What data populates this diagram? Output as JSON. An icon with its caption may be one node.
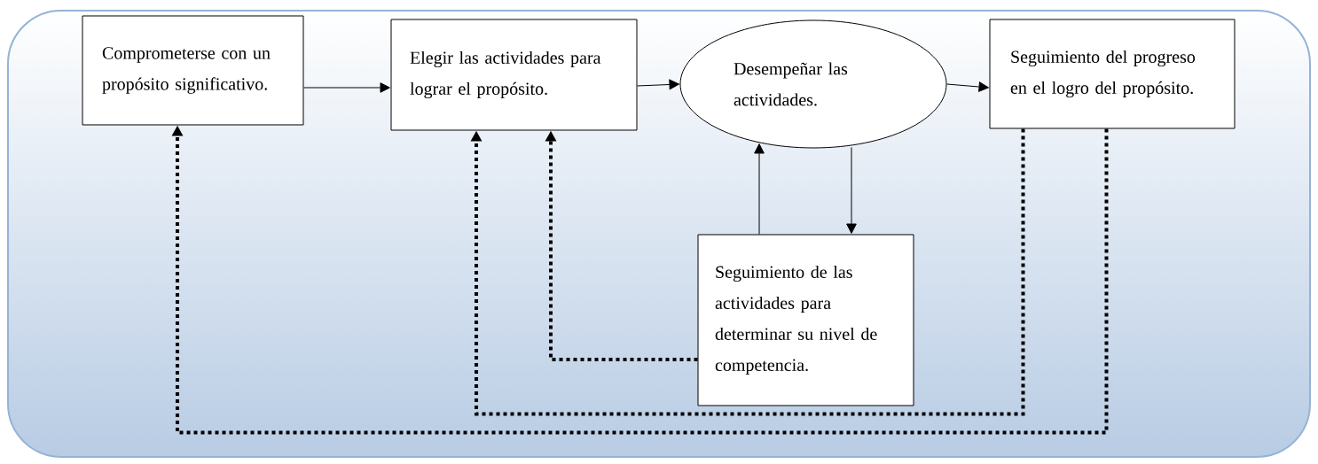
{
  "diagram": {
    "nodes": [
      {
        "text": [
          "Comprometerse con un propósito significativo."
        ]
      },
      {
        "text": [
          "Elegir las actividades para lograr el propósito."
        ]
      },
      {
        "text": [
          "Desempeñar las actividades."
        ]
      },
      {
        "text": [
          "Seguimiento del progreso en el logro del propósito."
        ]
      },
      {
        "text": [
          "Seguimiento de las actividades para determinar su nivel de competencia."
        ]
      }
    ],
    "edges": [
      {
        "from": 0,
        "to": 1,
        "arrow": "to"
      },
      {
        "from": 1,
        "to": 2,
        "arrow": "to"
      },
      {
        "from": 2,
        "to": 3,
        "arrow": "to"
      },
      {
        "from": 4,
        "to": 2,
        "arrow": "to"
      },
      {
        "from": 2,
        "to": 4,
        "arrow": "to"
      },
      {
        "from": 4,
        "to": 1,
        "arrow": "to",
        "style": "dashed"
      },
      {
        "from": 3,
        "to": 1,
        "arrow": "to",
        "style": "dashed"
      },
      {
        "from": 3,
        "to": 0,
        "arrow": "to",
        "style": "dashed"
      }
    ]
  }
}
